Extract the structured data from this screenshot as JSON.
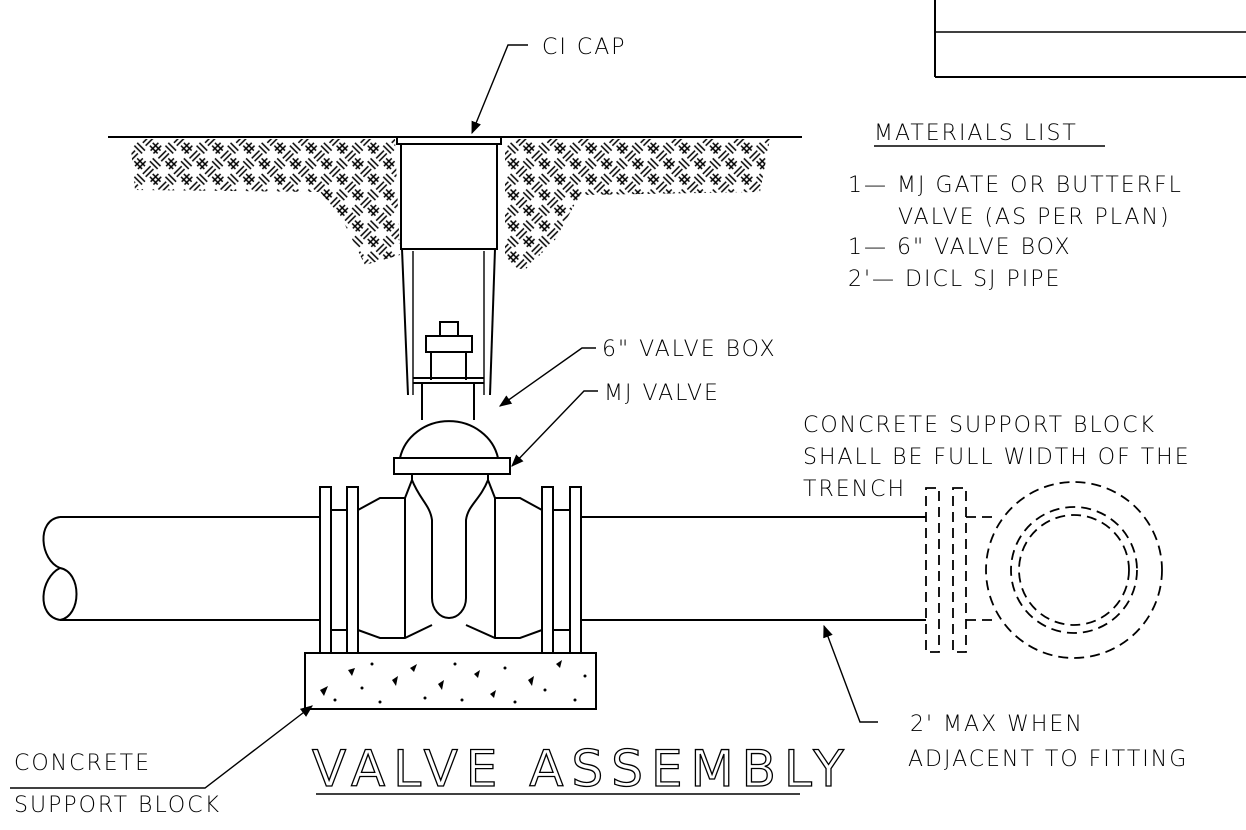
{
  "labels": {
    "ci_cap": "CI CAP",
    "valve_box": "6\" VALVE BOX",
    "mj_valve": "MJ VALVE",
    "support_note_1": "CONCRETE SUPPORT BLOCK",
    "support_note_2": "SHALL BE FULL WIDTH OF THE",
    "support_note_3": "TRENCH",
    "max_note_1": "2' MAX WHEN",
    "max_note_2": "ADJACENT TO FITTING",
    "concrete_1": "CONCRETE",
    "concrete_2": "SUPPORT BLOCK"
  },
  "materials": {
    "heading": "MATERIALS LIST",
    "items": [
      "1— MJ GATE OR BUTTERFL",
      "VALVE (AS PER PLAN)",
      "1— 6\" VALVE BOX",
      "2'— DICL SJ PIPE"
    ]
  },
  "title": "VALVE ASSEMBLY"
}
